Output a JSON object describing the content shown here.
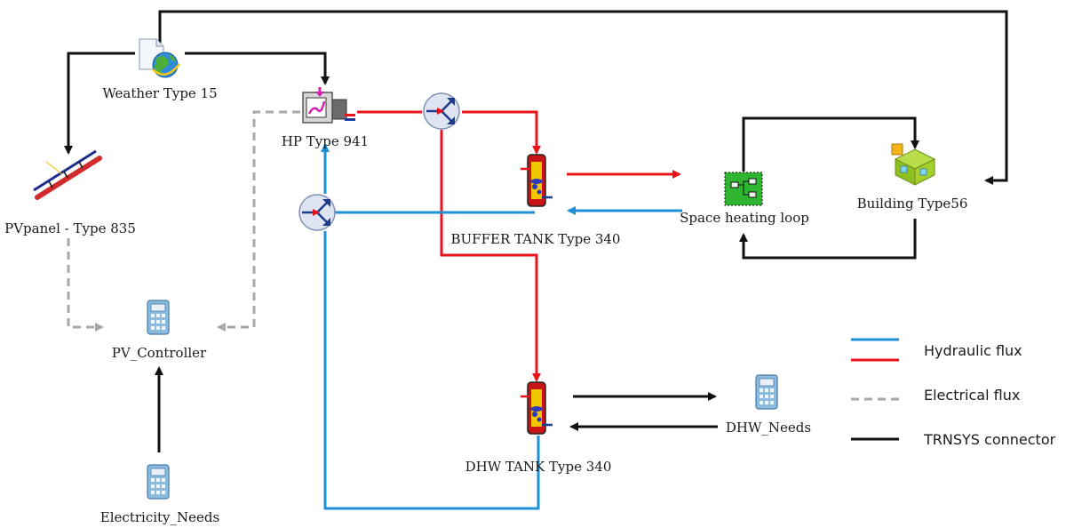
{
  "nodes": {
    "weather": {
      "label": "Weather Type 15",
      "icon": "weather-globe-icon"
    },
    "hp": {
      "label": "HP Type 941",
      "icon": "heat-pump-icon"
    },
    "pvpanel": {
      "label": "PVpanel - Type 835",
      "icon": "pv-panel-icon"
    },
    "buffer": {
      "label": "BUFFER TANK Type 340",
      "icon": "storage-tank-icon"
    },
    "spaceheat": {
      "label": "Space heating loop",
      "icon": "loop-macro-icon"
    },
    "building": {
      "label": "Building Type56",
      "icon": "building-icon"
    },
    "pvctrl": {
      "label": "PV_Controller",
      "icon": "calculator-icon"
    },
    "elec": {
      "label": "Electricity_Needs",
      "icon": "calculator-icon"
    },
    "dhwtank": {
      "label": "DHW TANK Type 340",
      "icon": "storage-tank-icon"
    },
    "dhwneeds": {
      "label": "DHW_Needs",
      "icon": "calculator-icon"
    },
    "diverter_top": {
      "icon": "diverter-icon"
    },
    "diverter_left": {
      "icon": "diverter-icon"
    }
  },
  "legend": {
    "hydraulic": "Hydraulic flux",
    "electrical": "Electrical flux",
    "trnsys": "TRNSYS connector"
  },
  "colors": {
    "hydraulic_hot": "#e8141b",
    "hydraulic_cold": "#1e90d8",
    "electrical": "#a8a8a8",
    "trnsys": "#111111"
  }
}
